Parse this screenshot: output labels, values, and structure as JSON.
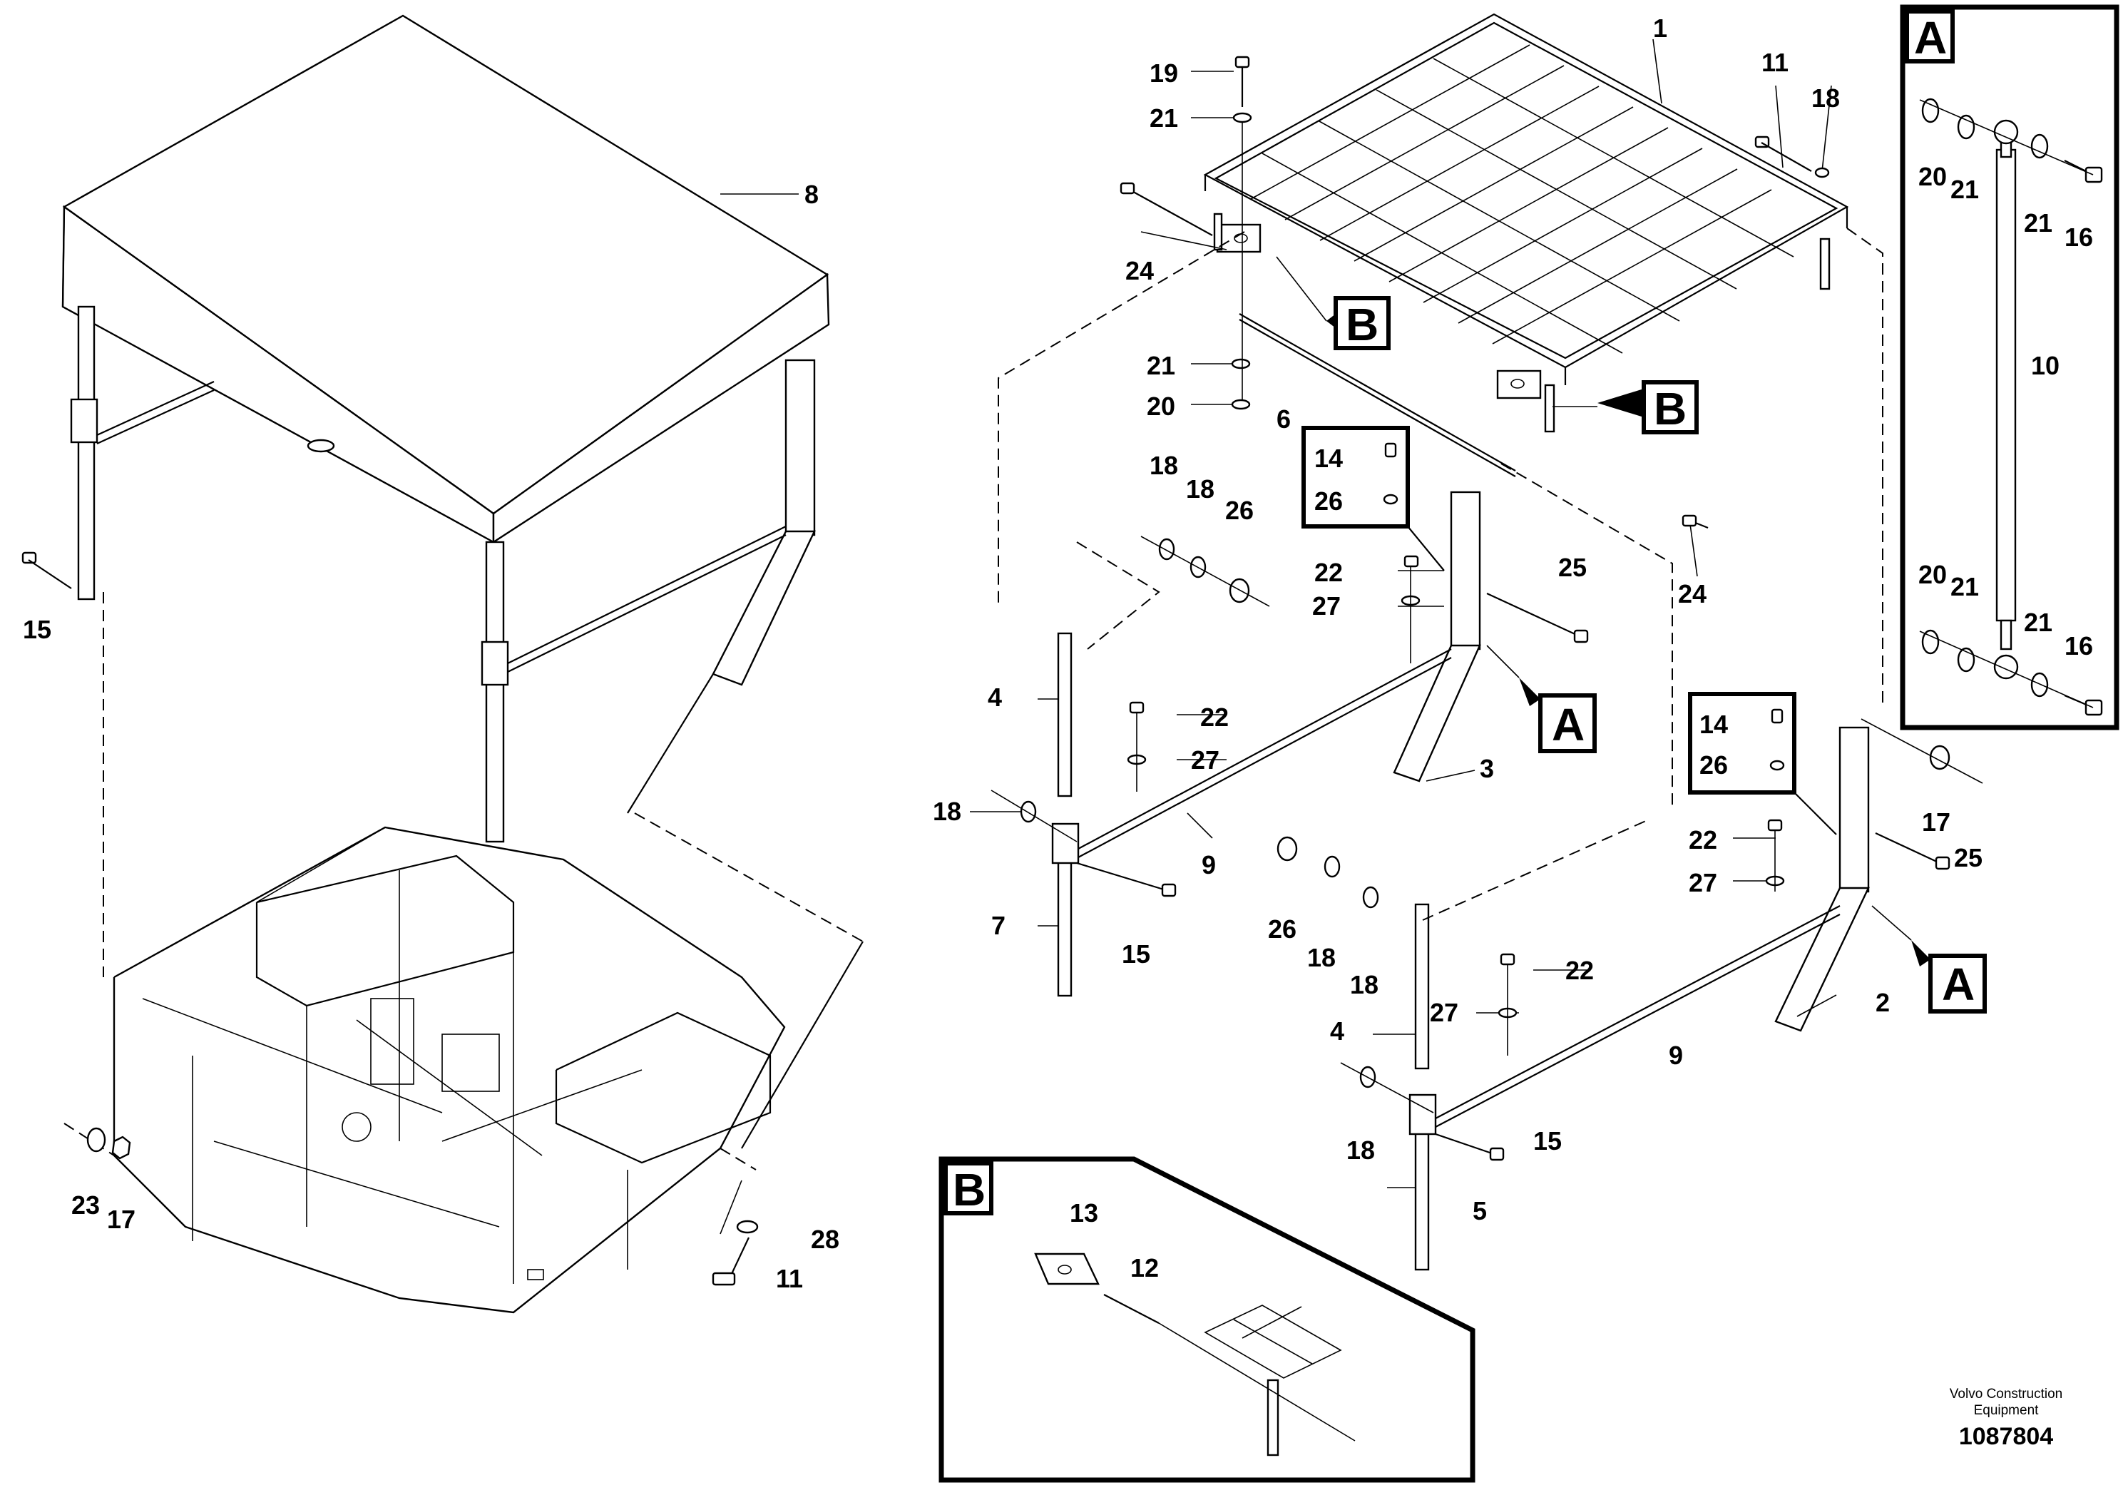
{
  "part_labels": {
    "p1": "1",
    "p2": "2",
    "p3": "3",
    "p4a": "4",
    "p4b": "4",
    "p5": "5",
    "p6": "6",
    "p7": "7",
    "p8": "8",
    "p9a": "9",
    "p9b": "9",
    "p10": "10",
    "p11a": "11",
    "p11b": "11",
    "p12": "12",
    "p13": "13",
    "p14a": "14",
    "p14b": "14",
    "p15a": "15",
    "p15b": "15",
    "p15c": "15",
    "p16a": "16",
    "p16b": "16",
    "p17a": "17",
    "p17b": "17",
    "p18a": "18",
    "p18b": "18",
    "p18c": "18",
    "p18d": "18",
    "p18e": "18",
    "p18f": "18",
    "p18g": "18",
    "p19": "19",
    "p20a": "20",
    "p20b": "20",
    "p20c": "20",
    "p21a": "21",
    "p21b": "21",
    "p21c": "21",
    "p21d": "21",
    "p21e": "21",
    "p21f": "21",
    "p22a": "22",
    "p22b": "22",
    "p22c": "22",
    "p22d": "22",
    "p23": "23",
    "p24a": "24",
    "p24b": "24",
    "p25a": "25",
    "p25b": "25",
    "p26a": "26",
    "p26b": "26",
    "p26c": "26",
    "p26d": "26",
    "p27a": "27",
    "p27b": "27",
    "p27c": "27",
    "p27d": "27",
    "p28": "28"
  },
  "callouts": {
    "detail_a": "A",
    "detail_b": "B",
    "ref_a1": "A",
    "ref_a2": "A",
    "ref_b1": "B",
    "ref_b2": "B"
  },
  "footer": {
    "brand_line1": "Volvo Construction",
    "brand_line2": "Equipment",
    "drawing_number": "1087804"
  }
}
